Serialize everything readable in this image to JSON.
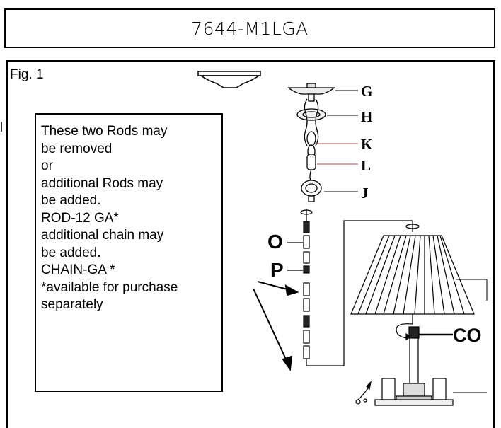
{
  "header": {
    "model": "7644-M1LGA"
  },
  "figure": {
    "label": "Fig. 1",
    "corner_mark": "l",
    "note_lines": [
      "These two Rods may",
      "be removed",
      "or",
      "additional Rods may",
      "be added.",
      "ROD-12 GA*",
      "additional chain may",
      "be added.",
      "CHAIN-GA *",
      "*available for purchase",
      "separately"
    ],
    "part_labels": {
      "G": "G",
      "H": "H",
      "K": "K",
      "L": "L",
      "J": "J",
      "O": "O",
      "P": "P",
      "CO": "CO"
    }
  }
}
